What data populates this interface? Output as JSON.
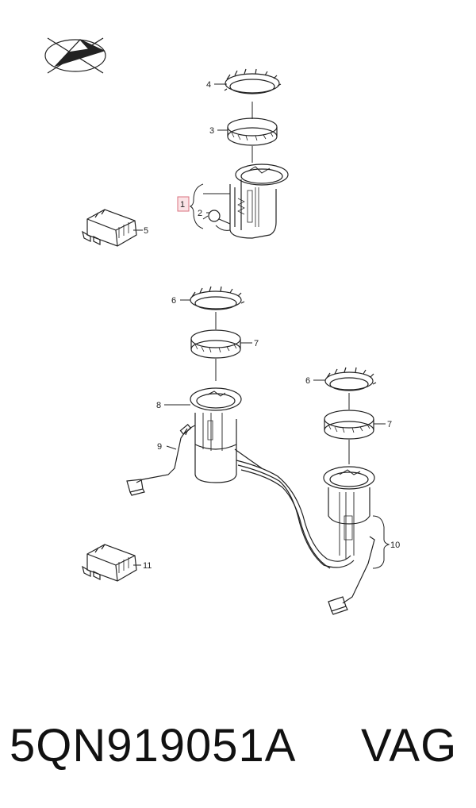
{
  "callouts": {
    "c1": "1",
    "c2": "2",
    "c3": "3",
    "c4": "4",
    "c5": "5",
    "c6a": "6",
    "c6b": "6",
    "c7a": "7",
    "c7b": "7",
    "c8": "8",
    "c9": "9",
    "c10": "10",
    "c11": "11"
  },
  "footer": {
    "part_number": "5QN919051A",
    "brand": "VAG"
  },
  "colors": {
    "highlight_fill": "#fbe3e6",
    "highlight_stroke": "#d9707f",
    "line": "#222222"
  }
}
